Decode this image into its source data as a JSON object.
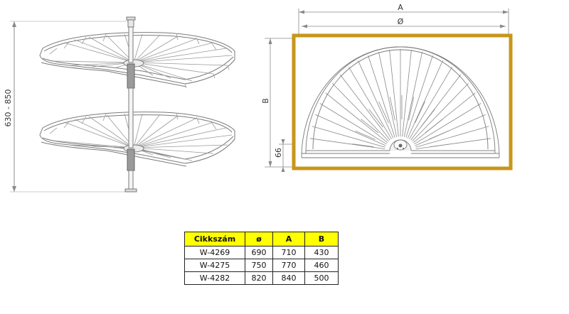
{
  "left_view": {
    "height_label": "630 - 850"
  },
  "plan_view": {
    "dim_a_label": "A",
    "dim_dia_label": "Ø",
    "dim_b_label": "B",
    "dim_offset_label": "66",
    "frame_color": "#c8961a"
  },
  "table": {
    "headers": [
      "Cikkszám",
      "ø",
      "A",
      "B"
    ],
    "header_bg": "#ffff00",
    "rows": [
      [
        "W-4269",
        "690",
        "710",
        "430"
      ],
      [
        "W-4275",
        "750",
        "770",
        "460"
      ],
      [
        "W-4282",
        "820",
        "840",
        "500"
      ]
    ]
  }
}
